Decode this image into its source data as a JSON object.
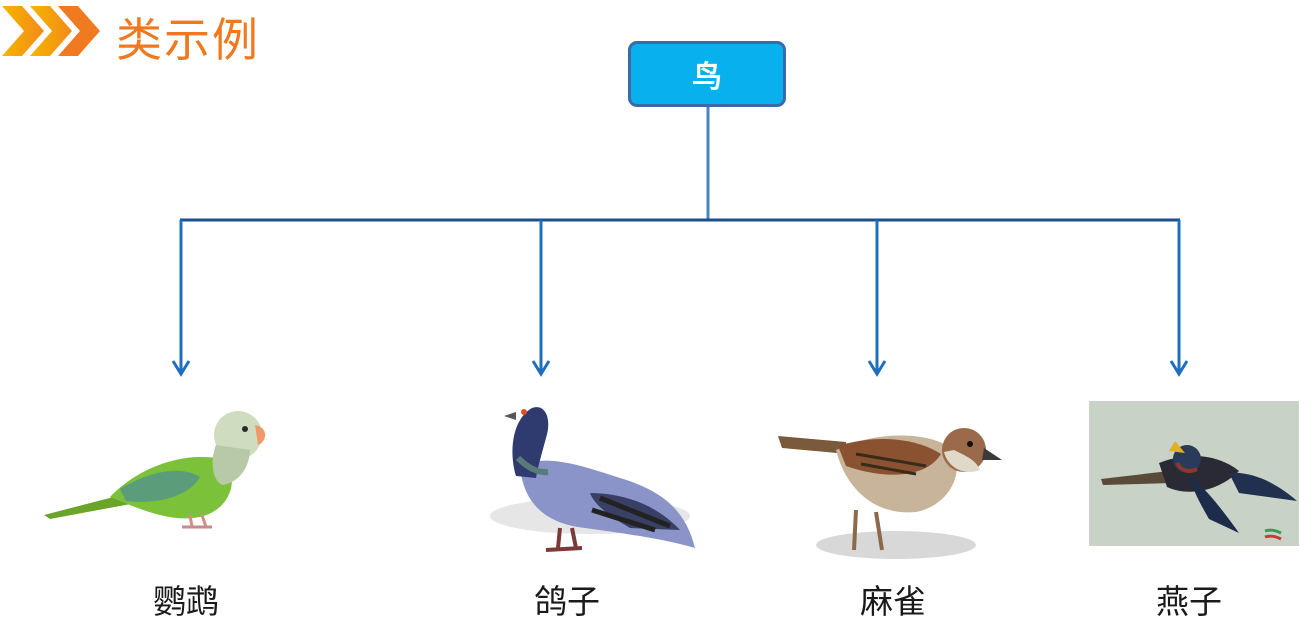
{
  "header": {
    "title": "类示例",
    "icon": "triple-chevron-icon",
    "accent_color": "#f0781e"
  },
  "root": {
    "label": "鸟",
    "fill_color": "#08b0ee",
    "border_color": "#3a6aa8"
  },
  "connector_color": "#1f6fc0",
  "children": [
    {
      "label": "鹦鹉",
      "image": "parrot-illustration"
    },
    {
      "label": "鸽子",
      "image": "pigeon-illustration"
    },
    {
      "label": "麻雀",
      "image": "sparrow-illustration"
    },
    {
      "label": "燕子",
      "image": "swallow-photo"
    }
  ]
}
